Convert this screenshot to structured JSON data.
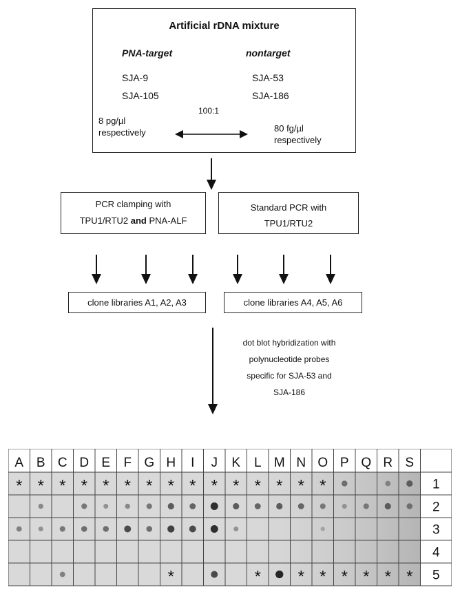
{
  "mixture": {
    "title": "Artificial rDNA mixture",
    "target_heading": "PNA-target",
    "nontarget_heading": "nontarget",
    "target_1": "SJA-9",
    "target_2": "SJA-105",
    "nontarget_1": "SJA-53",
    "nontarget_2": "SJA-186",
    "ratio": "100:1",
    "target_conc_1": "8 pg/µl",
    "target_conc_2": "respectively",
    "nontarget_conc_1": "80 fg/µl",
    "nontarget_conc_2": "respectively"
  },
  "pcr": {
    "clamp_line1": "PCR clamping with",
    "clamp_line2a": "TPU1/RTU2 ",
    "clamp_line2b": "and",
    "clamp_line2c": " PNA-ALF",
    "standard_line1": "Standard PCR with",
    "standard_line2": "TPU1/RTU2"
  },
  "libraries": {
    "left": "clone libraries A1, A2, A3",
    "right": "clone libraries A4, A5, A6"
  },
  "hybridization": {
    "line1": "dot blot hybridization with",
    "line2": "polynucleotide probes",
    "line3": "specific for SJA-53 and",
    "line4": "SJA-186"
  },
  "blot": {
    "columns": [
      "A",
      "B",
      "C",
      "D",
      "E",
      "F",
      "G",
      "H",
      "I",
      "J",
      "K",
      "L",
      "M",
      "N",
      "O",
      "P",
      "Q",
      "R",
      "S"
    ],
    "rows": [
      "1",
      "2",
      "3",
      "4",
      "5"
    ],
    "star": "*",
    "stars": {
      "1": [
        "A",
        "B",
        "C",
        "D",
        "E",
        "F",
        "G",
        "H",
        "I",
        "J",
        "K",
        "L",
        "M",
        "N",
        "O"
      ],
      "5": [
        "H",
        "L",
        "N",
        "O",
        "P",
        "Q",
        "R",
        "S"
      ]
    },
    "dots": {
      "1": {
        "P": 0.5,
        "R": 0.4,
        "S": 0.6
      },
      "2": {
        "B": 0.35,
        "D": 0.45,
        "E": 0.3,
        "F": 0.35,
        "G": 0.45,
        "H": 0.6,
        "I": 0.55,
        "J": 0.85,
        "K": 0.6,
        "L": 0.55,
        "M": 0.6,
        "N": 0.55,
        "O": 0.45,
        "P": 0.3,
        "Q": 0.45,
        "R": 0.6,
        "S": 0.5
      },
      "3": {
        "A": 0.4,
        "B": 0.3,
        "C": 0.45,
        "D": 0.5,
        "E": 0.5,
        "F": 0.7,
        "G": 0.5,
        "H": 0.75,
        "I": 0.7,
        "J": 0.85,
        "K": 0.3,
        "O": 0.2
      },
      "5": {
        "C": 0.4,
        "J": 0.7,
        "M": 0.9
      }
    }
  }
}
